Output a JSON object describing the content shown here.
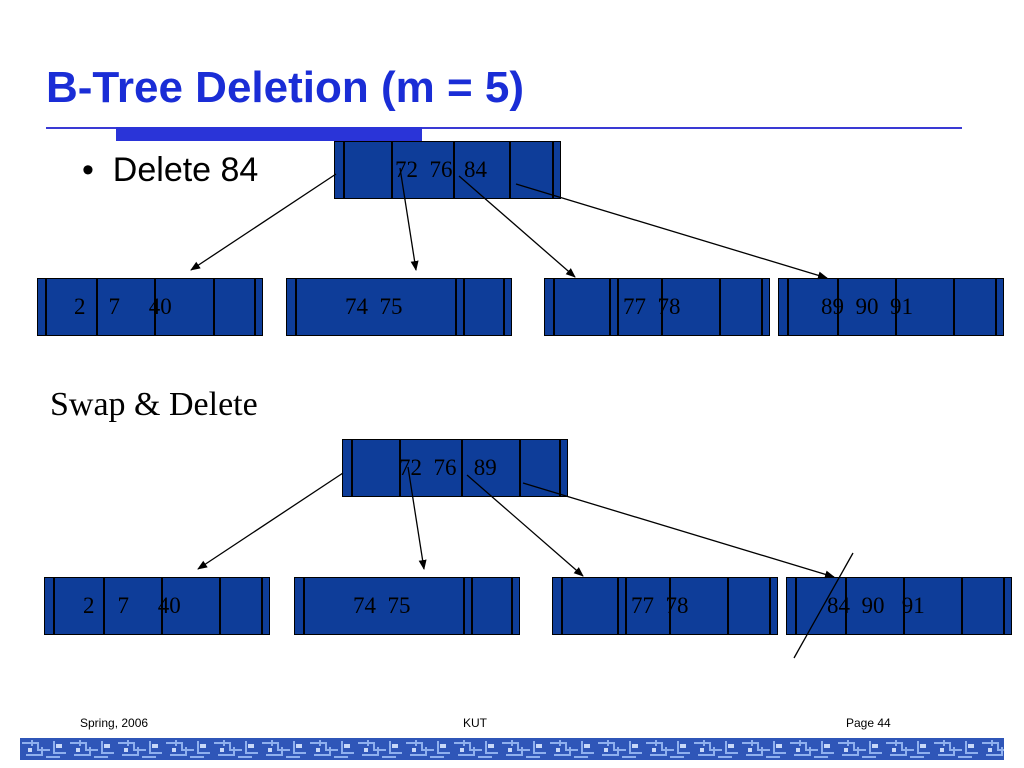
{
  "slide": {
    "title": "B-Tree Deletion (m = 5)",
    "bullet": "Delete 84",
    "subhead": "Swap & Delete"
  },
  "tree_before": {
    "root": "72  76  84",
    "children": [
      "2    7     40",
      "74  75",
      "77  78",
      "89  90  91"
    ]
  },
  "tree_after": {
    "root": "72  76   89",
    "children": [
      "2    7     40",
      "74  75",
      "77  78",
      "84  90   91"
    ]
  },
  "footer": {
    "left": "Spring, 2006",
    "center": "KUT",
    "right": "Page 44"
  },
  "colors": {
    "title": "#1a2dd6",
    "node_fill": "#0e3d99",
    "rule": "#3a3ad4"
  }
}
